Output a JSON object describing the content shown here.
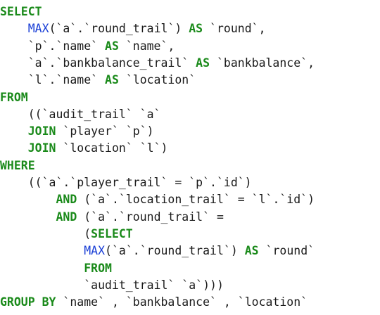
{
  "code": {
    "lines": [
      [
        {
          "t": "SELECT",
          "k": "kw"
        }
      ],
      [
        {
          "t": "    "
        },
        {
          "t": "MAX",
          "k": "fn"
        },
        {
          "t": "(`a`.`round_trail`) "
        },
        {
          "t": "AS",
          "k": "kw"
        },
        {
          "t": " `round`,"
        }
      ],
      [
        {
          "t": "    `p`.`name` "
        },
        {
          "t": "AS",
          "k": "kw"
        },
        {
          "t": " `name`,"
        }
      ],
      [
        {
          "t": "    `a`.`bankbalance_trail` "
        },
        {
          "t": "AS",
          "k": "kw"
        },
        {
          "t": " `bankbalance`,"
        }
      ],
      [
        {
          "t": "    `l`.`name` "
        },
        {
          "t": "AS",
          "k": "kw"
        },
        {
          "t": " `location`"
        }
      ],
      [
        {
          "t": "FROM",
          "k": "kw"
        }
      ],
      [
        {
          "t": "    ((`audit_trail` `a`"
        }
      ],
      [
        {
          "t": "    "
        },
        {
          "t": "JOIN",
          "k": "kw"
        },
        {
          "t": " `player` `p`)"
        }
      ],
      [
        {
          "t": "    "
        },
        {
          "t": "JOIN",
          "k": "kw"
        },
        {
          "t": " `location` `l`)"
        }
      ],
      [
        {
          "t": "WHERE",
          "k": "kw"
        }
      ],
      [
        {
          "t": "    ((`a`.`player_trail` = `p`.`id`)"
        }
      ],
      [
        {
          "t": "        "
        },
        {
          "t": "AND",
          "k": "kw"
        },
        {
          "t": " (`a`.`location_trail` = `l`.`id`)"
        }
      ],
      [
        {
          "t": "        "
        },
        {
          "t": "AND",
          "k": "kw"
        },
        {
          "t": " (`a`.`round_trail` ="
        }
      ],
      [
        {
          "t": "            ("
        },
        {
          "t": "SELECT",
          "k": "kw"
        }
      ],
      [
        {
          "t": "            "
        },
        {
          "t": "MAX",
          "k": "fn"
        },
        {
          "t": "(`a`.`round_trail`) "
        },
        {
          "t": "AS",
          "k": "kw"
        },
        {
          "t": " `round`"
        }
      ],
      [
        {
          "t": "            "
        },
        {
          "t": "FROM",
          "k": "kw"
        }
      ],
      [
        {
          "t": "            `audit_trail` `a`)))"
        }
      ],
      [
        {
          "t": "GROUP BY",
          "k": "kw"
        },
        {
          "t": " `name` , `bankbalance` , `location`"
        }
      ]
    ]
  }
}
